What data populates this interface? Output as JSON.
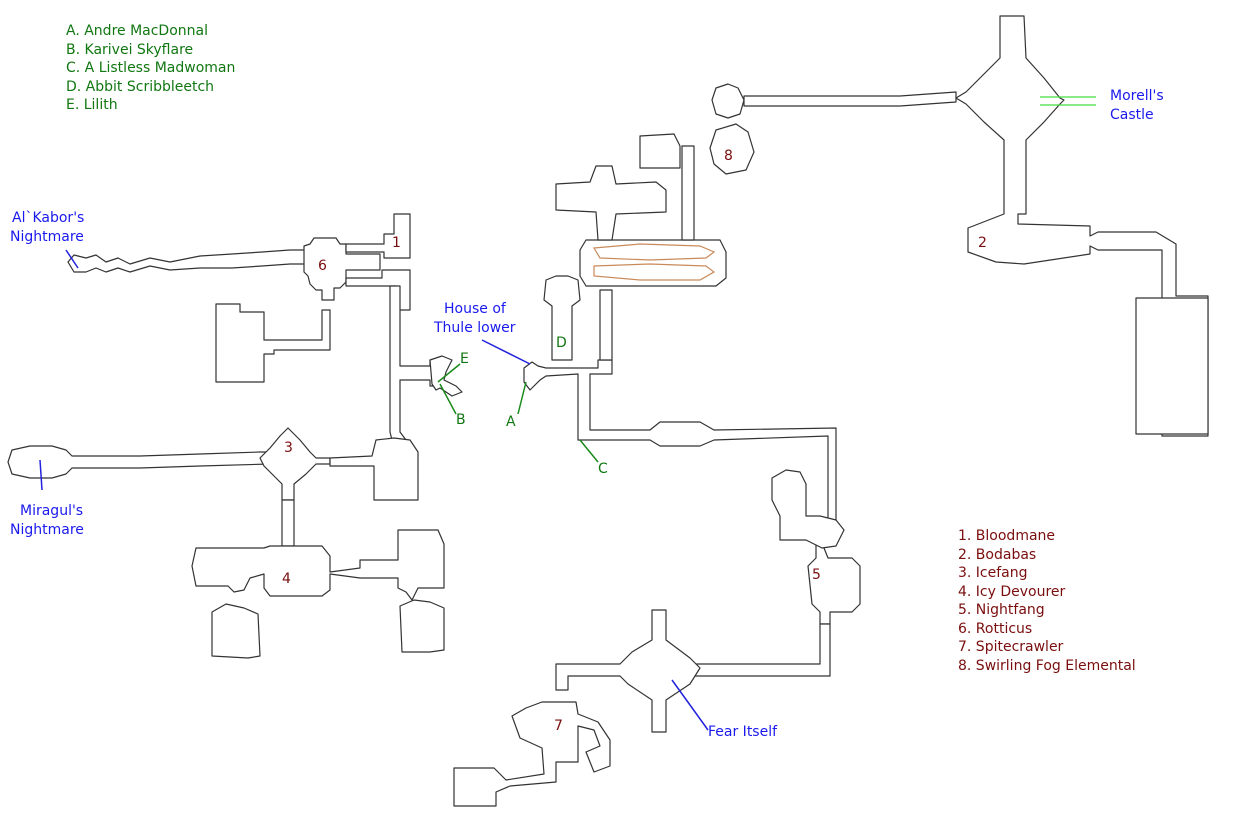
{
  "npc_legend": [
    "A. Andre MacDonnal",
    "B. Karivei Skyflare",
    "C. A Listless Madwoman",
    "D. Abbit Scribbleetch",
    "E. Lilith"
  ],
  "boss_legend": [
    "1. Bloodmane",
    "2. Bodabas",
    "3. Icefang",
    "4. Icy Devourer",
    "5. Nightfang",
    "6. Rotticus",
    "7. Spitecrawler",
    "8. Swirling Fog Elemental"
  ],
  "zone_labels": {
    "alkabor": [
      "Al`Kabor's",
      "Nightmare"
    ],
    "miragul": [
      "Miragul's",
      "Nightmare"
    ],
    "thule": [
      "House of",
      "Thule lower"
    ],
    "morell": [
      "Morell's",
      "Castle"
    ],
    "fear": "Fear Itself"
  },
  "npc_markers": {
    "a": "A",
    "b": "B",
    "c": "C",
    "d": "D",
    "e": "E"
  },
  "boss_markers": {
    "b1": "1",
    "b2": "2",
    "b3": "3",
    "b4": "4",
    "b5": "5",
    "b6": "6",
    "b7": "7",
    "b8": "8"
  },
  "colors": {
    "npc": "#117711",
    "boss": "#7a0e0e",
    "zone": "#1a1aee",
    "walls": "#333333"
  }
}
